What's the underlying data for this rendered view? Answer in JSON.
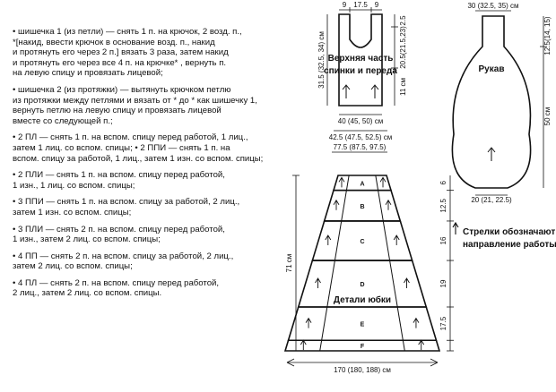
{
  "legend": {
    "items": [
      {
        "lines": [
          "• шишечка 1 (из петли) — снять 1 п. на крючок, 2 возд. п.,",
          " *[накид, ввести крючок в основание возд. п., накид",
          " и протянуть его через 2 п.] вязать 3 раза, затем накид",
          " и протянуть его через все 4 п. на крючке* , вернуть п.",
          " на левую спицу и провязать лицевой;"
        ]
      },
      {
        "lines": [
          "• шишечка 2 (из протяжки) — вытянуть крючком петлю",
          " из протяжки между петлями и вязать от * до * как шишечку 1,",
          " вернуть петлю на левую спицу и провязать лицевой",
          " вместе со следующей п.;"
        ]
      },
      {
        "lines": [
          "• 2 ПЛ — снять 1 п. на вспом. спицу перед работой, 1 лиц.,",
          " затем 1 лиц. со вспом. спицы; • 2 ППИ — снять 1 п. на",
          " вспом. спицу за работой, 1 лиц., затем 1 изн. со вспом. спицы;"
        ]
      },
      {
        "lines": [
          "• 2 ПЛИ — снять 1 п. на вспом. спицу перед работой,",
          " 1 изн., 1 лиц. со вспом. спицы;"
        ]
      },
      {
        "lines": [
          "• 3 ППИ — снять 1 п. на вспом. спицу за работой, 2 лиц.,",
          " затем 1 изн. со вспом. спицы;"
        ]
      },
      {
        "lines": [
          "• 3 ПЛИ — снять 2 п. на вспом. спицу перед работой,",
          " 1 изн., затем 2 лиц. со вспом. спицы;"
        ]
      },
      {
        "lines": [
          "• 4 ПП — снять 2 п. на вспом. спицу за работой, 2 лиц.,",
          " затем 2 лиц. со вспом. спицы;"
        ]
      },
      {
        "lines": [
          "• 4 ПЛ — снять 2 п. на вспом. спицу перед работой,",
          " 2 лиц., затем 2 лиц. со вспом. спицы."
        ]
      }
    ]
  },
  "bodice": {
    "label_line1": "Верхняя часть",
    "label_line2": "спинки и переда",
    "top_left": "9",
    "top_mid": "17.5",
    "top_right": "9",
    "left_height": "31.5 (32.5, 34) см",
    "right_top": "2.5",
    "right_mid": "20.5(21.5,23)",
    "right_bottom": "11 см",
    "bottom_width": "40 (45, 50) см",
    "hem_width": "42.5 (47.5, 52.5) см"
  },
  "sleeve": {
    "label": "Рукав",
    "top_width": "30 (32.5, 35) см",
    "cap_height": "12.5(14, 15)",
    "length": "50 см",
    "cuff_width": "20 (21, 22.5)"
  },
  "skirt": {
    "label_line1": "Детали юбки",
    "top_width": "77.5 (87.5, 97.5)",
    "total_height": "71 см",
    "bottom_width": "170 (180, 188) см",
    "segments": [
      {
        "letter": "A",
        "height": "6"
      },
      {
        "letter": "B",
        "height": "12.5"
      },
      {
        "letter": "C",
        "height": "16"
      },
      {
        "letter": "D",
        "height": "19"
      },
      {
        "letter": "E",
        "height": "17.5"
      },
      {
        "letter": "F",
        "height": ""
      }
    ]
  },
  "note": {
    "line1": "Стрелки обозначают",
    "line2": "направление работы"
  }
}
